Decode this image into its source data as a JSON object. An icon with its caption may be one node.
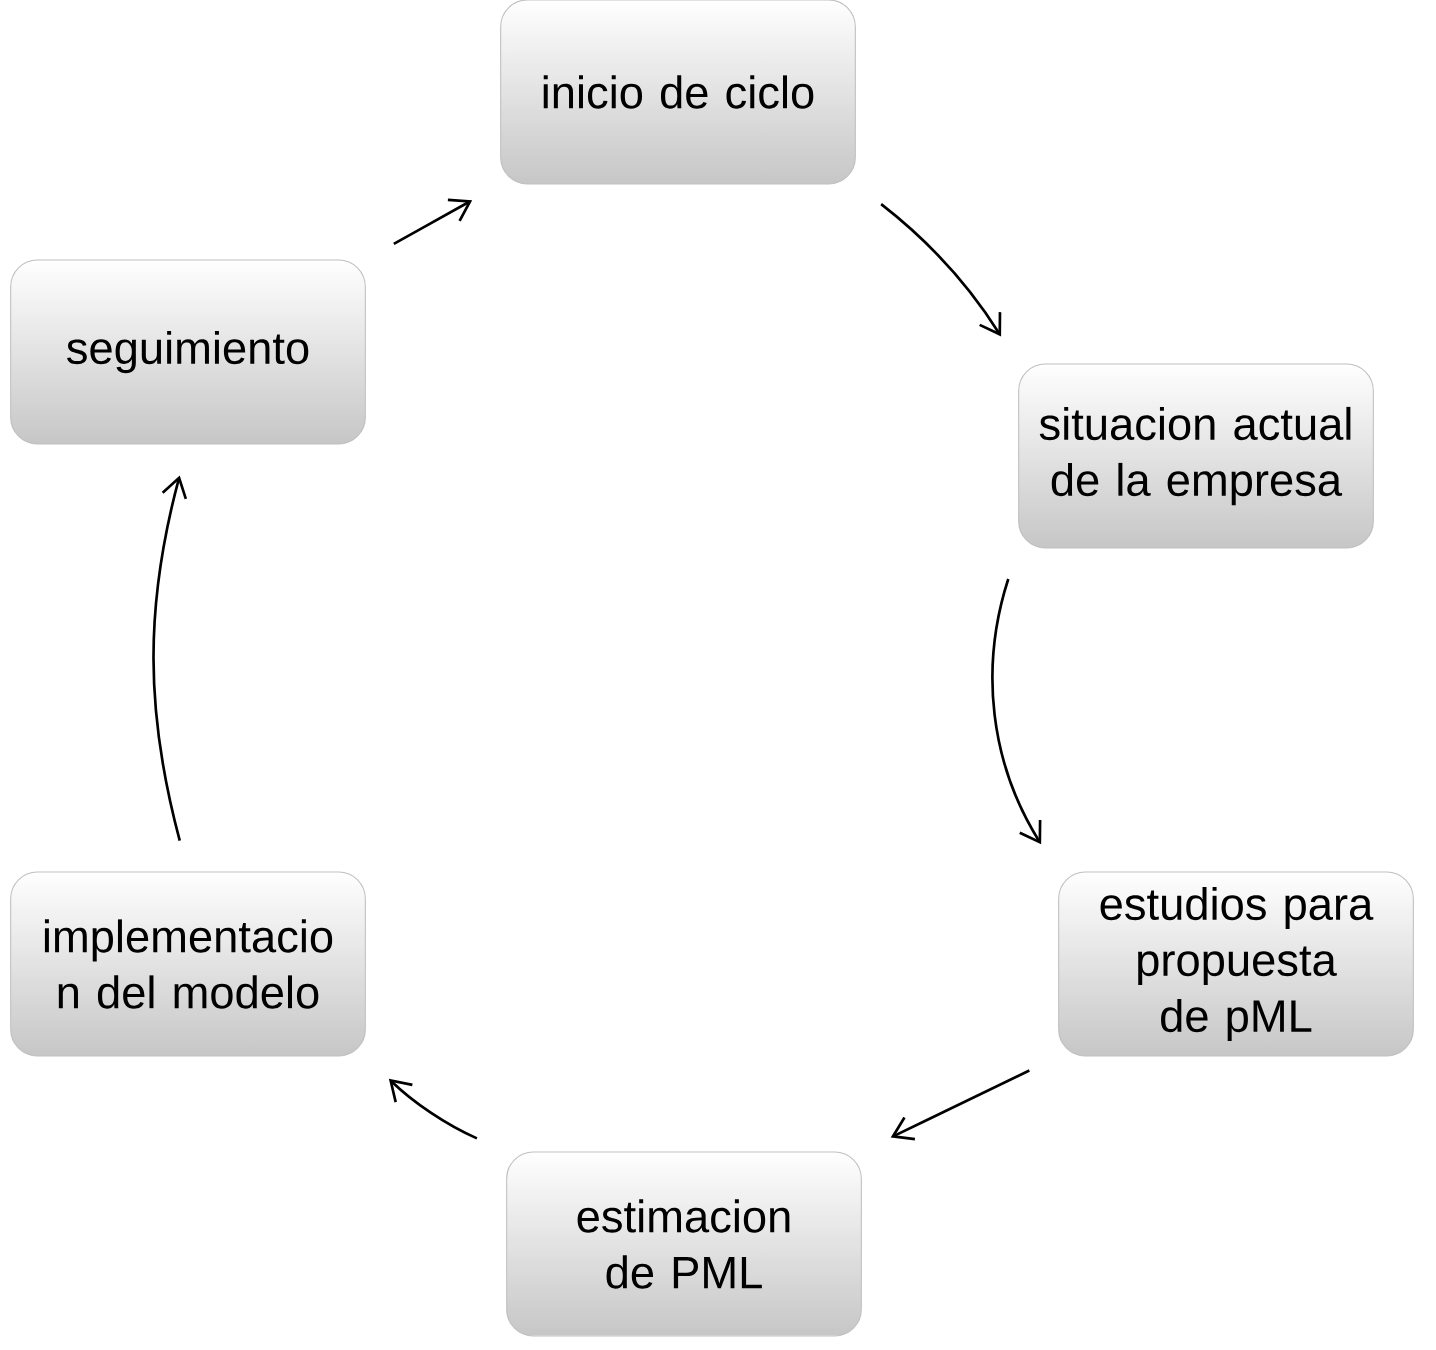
{
  "diagram": {
    "nodes": [
      {
        "text": [
          "inicio de ciclo"
        ]
      },
      {
        "text": [
          "situacion actual de la empresa"
        ]
      },
      {
        "text": [
          "estudios para propuesta de pML"
        ]
      },
      {
        "text": [
          "estimacion de PML"
        ]
      },
      {
        "text": [
          "implementacio n del modelo"
        ]
      },
      {
        "text": [
          "seguimiento"
        ]
      }
    ],
    "edges": [
      {
        "from": 0,
        "to": 1,
        "arrow": "to"
      },
      {
        "from": 1,
        "to": 2,
        "arrow": "to"
      },
      {
        "from": 2,
        "to": 3,
        "arrow": "to"
      },
      {
        "from": 3,
        "to": 4,
        "arrow": "to"
      },
      {
        "from": 4,
        "to": 5,
        "arrow": "to"
      },
      {
        "from": 5,
        "to": 0,
        "arrow": "to"
      }
    ]
  }
}
